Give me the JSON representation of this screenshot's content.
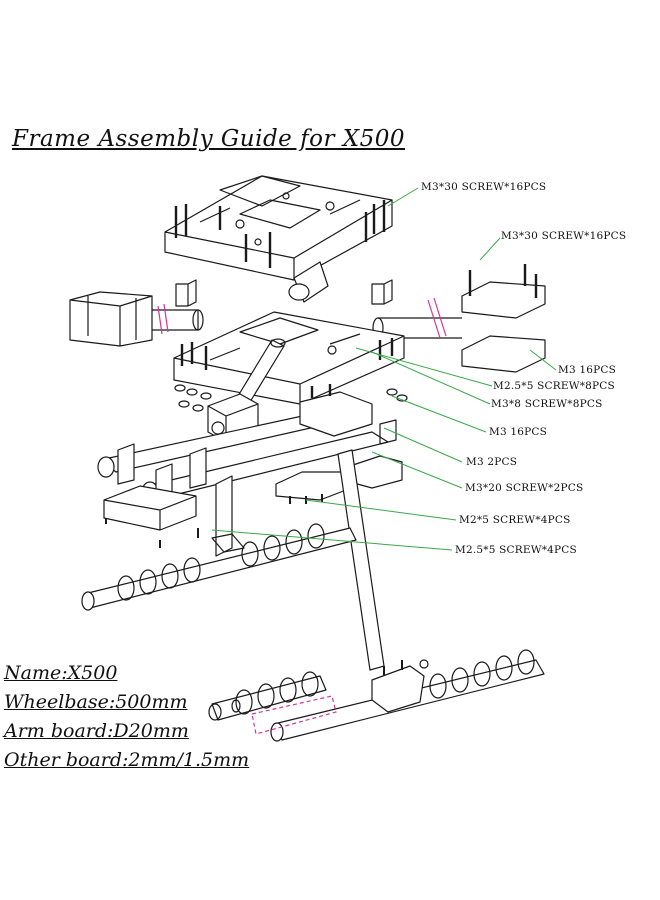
{
  "title": "Frame Assembly Guide for X500",
  "callouts": [
    "M3*30 SCREW*16PCS",
    "M3*30 SCREW*16PCS",
    "M3 16PCS",
    "M2.5*5 SCREW*8PCS",
    "M3*8 SCREW*8PCS",
    "M3 16PCS",
    "M3 2PCS",
    "M3*20 SCREW*2PCS",
    "M2*5 SCREW*4PCS",
    "M2.5*5 SCREW*4PCS"
  ],
  "specs": {
    "name": "Name:X500",
    "wheelbase": "Wheelbase:500mm",
    "arm_board": "Arm board:D20mm",
    "other_board": "Other board:2mm/1.5mm"
  },
  "colors": {
    "line": "#1a1a1a",
    "leader": "#3aa84a",
    "accent": "#d0359c"
  }
}
